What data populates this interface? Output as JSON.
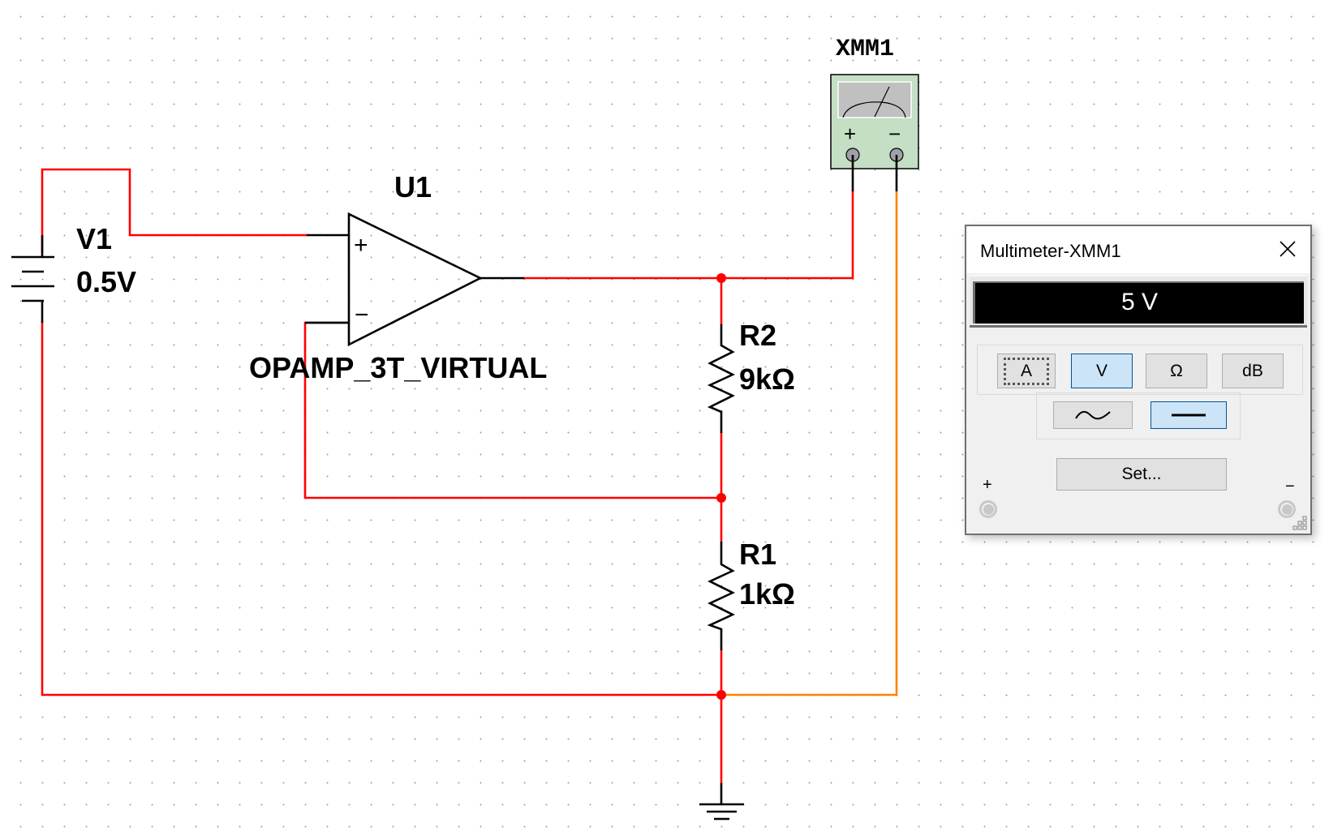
{
  "schematic": {
    "components": {
      "v1": {
        "ref": "V1",
        "value": "0.5V",
        "type": "dc-voltage-source"
      },
      "u1": {
        "ref": "U1",
        "model": "OPAMP_3T_VIRTUAL",
        "type": "opamp",
        "plus_pin": "+",
        "minus_pin": "−"
      },
      "r2": {
        "ref": "R2",
        "value": "9kΩ",
        "type": "resistor"
      },
      "r1": {
        "ref": "R1",
        "value": "1kΩ",
        "type": "resistor"
      },
      "xmm1": {
        "ref": "XMM1",
        "type": "multimeter",
        "plus_pin": "+",
        "minus_pin": "−"
      },
      "ground": {
        "type": "ground"
      }
    },
    "colors": {
      "wire": "#ff0000",
      "meter_negative_wire": "#ff8000",
      "component": "#000000",
      "meter_body": "#c4dfc4",
      "meter_face": "#c0c0c0"
    }
  },
  "multimeter_window": {
    "title": "Multimeter-XMM1",
    "close_icon": "close-icon",
    "display_value": "5 V",
    "mode_buttons": [
      {
        "label": "A",
        "selected": false,
        "focused": true
      },
      {
        "label": "V",
        "selected": true,
        "focused": false
      },
      {
        "label": "Ω",
        "selected": false,
        "focused": false
      },
      {
        "label": "dB",
        "selected": false,
        "focused": false
      }
    ],
    "signal_buttons": [
      {
        "icon": "ac-sine-icon",
        "selected": false
      },
      {
        "icon": "dc-line-icon",
        "selected": true
      }
    ],
    "set_button": "Set...",
    "plus_terminal_label": "+",
    "minus_terminal_label": "−",
    "colors": {
      "selected_bg": "#cce4f7",
      "selected_border": "#005499",
      "display_bg": "#000000",
      "display_fg": "#ffffff"
    }
  }
}
